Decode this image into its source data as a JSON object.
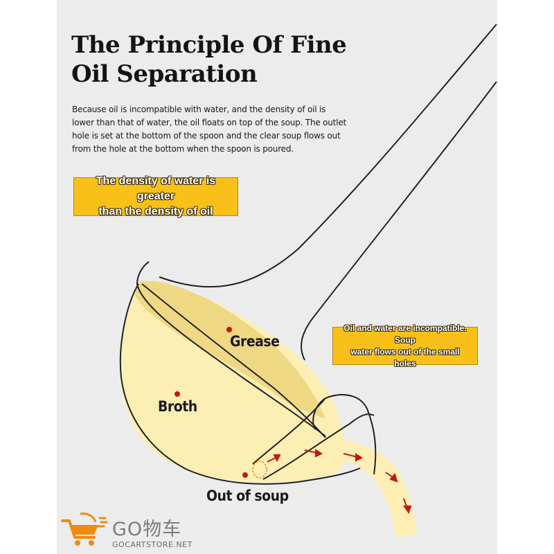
{
  "title": {
    "line1": "The Principle Of Fine",
    "line2": "Oil Separation"
  },
  "description": "Because oil is incompatible with water, and the density of oil is lower than that of water, the oil floats on top of the soup. The outlet hole is set at the bottom of the spoon and the clear soup flows out from the hole at the bottom when the spoon is poured.",
  "callouts": {
    "density": {
      "line1": "The density of water is greater",
      "line2": "than the density of oil"
    },
    "incompatible": {
      "line1": "Oil and water are incompatible. Soup",
      "line2": "water flows out of the small holes"
    }
  },
  "labels": {
    "grease": "Grease",
    "broth": "Broth",
    "out_of_soup": "Out of soup"
  },
  "logo": {
    "brand": "GO物车",
    "site": "GOCARTSTORE.NET"
  },
  "colors": {
    "panel": "#ececec",
    "soup": "#fdeeb4",
    "grease": "#efd884",
    "callout": "#f8c018",
    "arrow": "#c01818",
    "outline": "#222222",
    "logo_orange": "#f08a10"
  }
}
